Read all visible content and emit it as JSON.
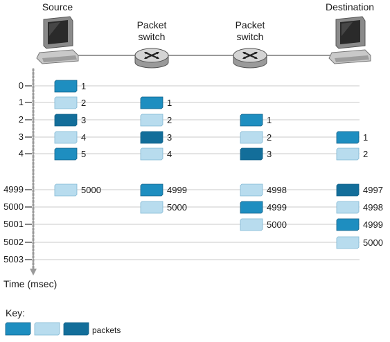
{
  "nodes": [
    {
      "id": "source",
      "label": "Source",
      "kind": "computer"
    },
    {
      "id": "switch1",
      "label": "Packet\nswitch",
      "kind": "switch"
    },
    {
      "id": "switch2",
      "label": "Packet\nswitch",
      "kind": "switch"
    },
    {
      "id": "dest",
      "label": "Destination",
      "kind": "computer"
    }
  ],
  "time_ticks": [
    "0",
    "1",
    "2",
    "3",
    "4",
    "4999",
    "5000",
    "5001",
    "5002",
    "5003"
  ],
  "axis_label": "Time (msec)",
  "columns": [
    {
      "column": "source",
      "packets": [
        {
          "tick": "0",
          "label": "1",
          "shade": "medium"
        },
        {
          "tick": "1",
          "label": "2",
          "shade": "light"
        },
        {
          "tick": "2",
          "label": "3",
          "shade": "dark"
        },
        {
          "tick": "3",
          "label": "4",
          "shade": "light"
        },
        {
          "tick": "4",
          "label": "5",
          "shade": "medium"
        },
        {
          "tick": "4999",
          "label": "5000",
          "shade": "light"
        }
      ]
    },
    {
      "column": "switch1",
      "packets": [
        {
          "tick": "1",
          "label": "1",
          "shade": "medium"
        },
        {
          "tick": "2",
          "label": "2",
          "shade": "light"
        },
        {
          "tick": "3",
          "label": "3",
          "shade": "dark"
        },
        {
          "tick": "4",
          "label": "4",
          "shade": "light"
        },
        {
          "tick": "4999",
          "label": "4999",
          "shade": "medium"
        },
        {
          "tick": "5000",
          "label": "5000",
          "shade": "light"
        }
      ]
    },
    {
      "column": "switch2",
      "packets": [
        {
          "tick": "2",
          "label": "1",
          "shade": "medium"
        },
        {
          "tick": "3",
          "label": "2",
          "shade": "light"
        },
        {
          "tick": "4",
          "label": "3",
          "shade": "dark"
        },
        {
          "tick": "4999",
          "label": "4998",
          "shade": "light"
        },
        {
          "tick": "5000",
          "label": "4999",
          "shade": "medium"
        },
        {
          "tick": "5001",
          "label": "5000",
          "shade": "light"
        }
      ]
    },
    {
      "column": "dest",
      "packets": [
        {
          "tick": "3",
          "label": "1",
          "shade": "medium"
        },
        {
          "tick": "4",
          "label": "2",
          "shade": "light"
        },
        {
          "tick": "4999",
          "label": "4997",
          "shade": "dark"
        },
        {
          "tick": "5000",
          "label": "4998",
          "shade": "light"
        },
        {
          "tick": "5001",
          "label": "4999",
          "shade": "medium"
        },
        {
          "tick": "5002",
          "label": "5000",
          "shade": "light"
        }
      ]
    }
  ],
  "key": {
    "title": "Key:",
    "text": "packets",
    "shades": [
      "medium",
      "light",
      "dark"
    ]
  },
  "colors": {
    "medium": "#1e8ec0",
    "light": "#b8dcee",
    "dark": "#136e9a",
    "line": "#c8c8c8",
    "axis_dots": "#9a9a9a"
  }
}
